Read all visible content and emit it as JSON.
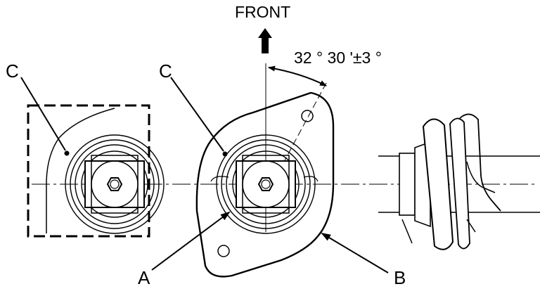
{
  "diagram": {
    "direction_label": "FRONT",
    "angle_spec": "32 ° 30 '±3 °",
    "callouts": {
      "a": "A",
      "b": "B",
      "c_left": "C",
      "c_center": "C"
    },
    "colors": {
      "ink": "#000000",
      "paper": "#ffffff"
    }
  }
}
